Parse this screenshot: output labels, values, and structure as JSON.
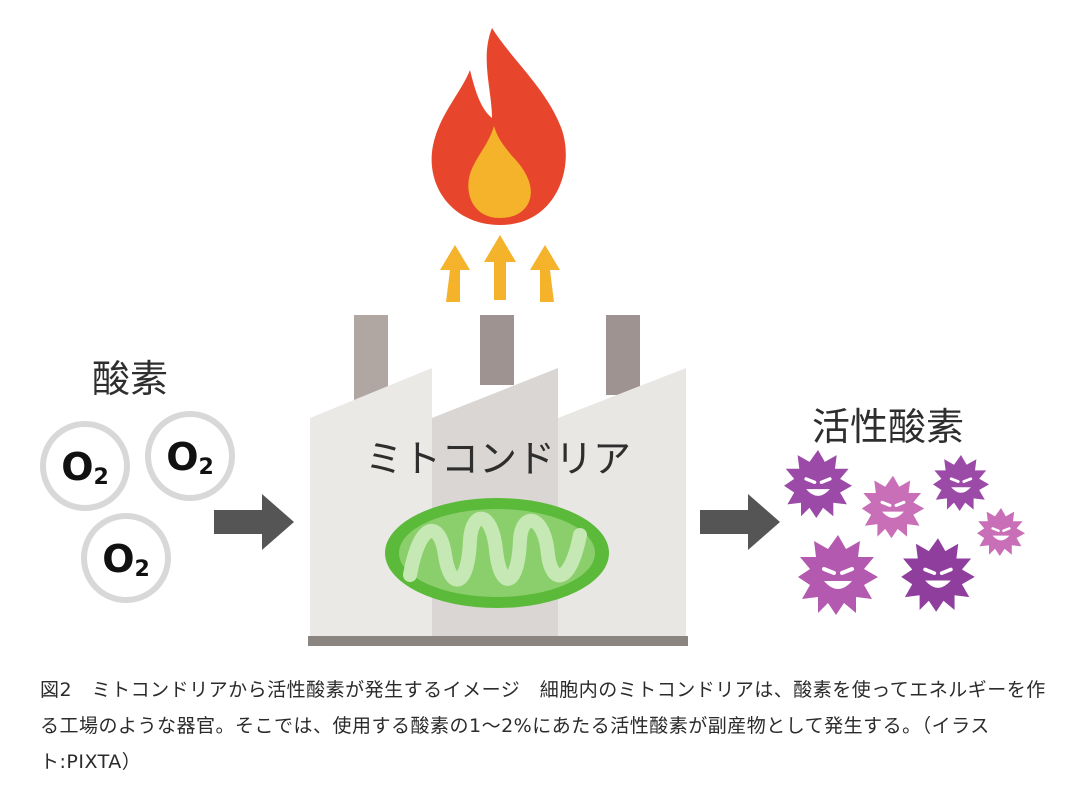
{
  "diagram": {
    "oxygen_label": "酸素",
    "oxygen_molecule": "O2",
    "factory_label": "ミトコンドリア",
    "ros_label": "活性酸素",
    "colors": {
      "flame_outer": "#e8462c",
      "flame_inner": "#f4b32a",
      "heat_arrow": "#f4b32a",
      "process_arrow": "#555555",
      "factory_wall": "#ebe9e6",
      "chimney": "#9e9390",
      "mitochondria_outer": "#5cba3a",
      "mitochondria_inner": "#a3d98a",
      "ros_purple": "#9c4aa8",
      "ros_pink": "#c86fb8"
    }
  },
  "caption": {
    "text": "図2　ミトコンドリアから活性酸素が発生するイメージ　細胞内のミトコンドリアは、酸素を使ってエネルギーを作る工場のような器官。そこでは、使用する酸素の1〜2%にあたる活性酸素が副産物として発生する。（イラスト:PIXTA）"
  }
}
